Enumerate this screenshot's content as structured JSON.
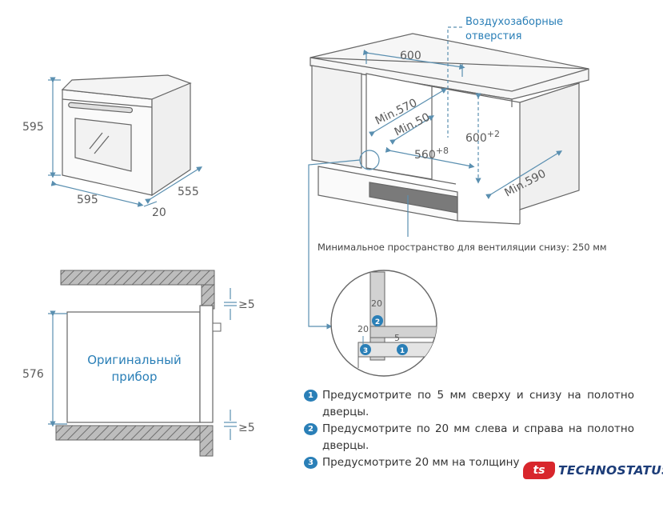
{
  "colors": {
    "accent": "#2a7fb7",
    "line": "#555555",
    "hatch": "#888888",
    "brand_red": "#d8262c",
    "brand_blue": "#1c3c78"
  },
  "oven": {
    "height": "595",
    "width": "595",
    "depth": "555",
    "door": "20"
  },
  "cabinet": {
    "width": "600",
    "min_depth": "Min.570",
    "min_50": "Min.50",
    "opening_height": "600",
    "opening_height_tol": "+2",
    "opening_width": "560",
    "opening_width_tol": "+8",
    "min_590": "Min.590",
    "air_intake_line1": "Воздухозаборные",
    "air_intake_line2": "отверстия",
    "ventilation_note": "Минимальное пространство для вентиляции снизу: 250 мм"
  },
  "detail": {
    "dim_20_top": "20",
    "dim_20_left": "20",
    "dim_5": "5",
    "marker_1": "1",
    "marker_2": "2",
    "marker_3": "3"
  },
  "section": {
    "height": "576",
    "gap_top": "≥5",
    "gap_bottom": "≥5",
    "label_line1": "Оригинальный",
    "label_line2": "прибор"
  },
  "notes": [
    {
      "num": "1",
      "text": "Предусмотрите по 5 мм сверху и снизу на полотно дверцы."
    },
    {
      "num": "2",
      "text": "Предусмотрите по 20 мм слева и справа на полотно дверцы."
    },
    {
      "num": "3",
      "text": "Предусмотрите 20 мм на толщину"
    }
  ],
  "brand": {
    "mark": "ts",
    "name": "TECHNOSTATUS"
  }
}
